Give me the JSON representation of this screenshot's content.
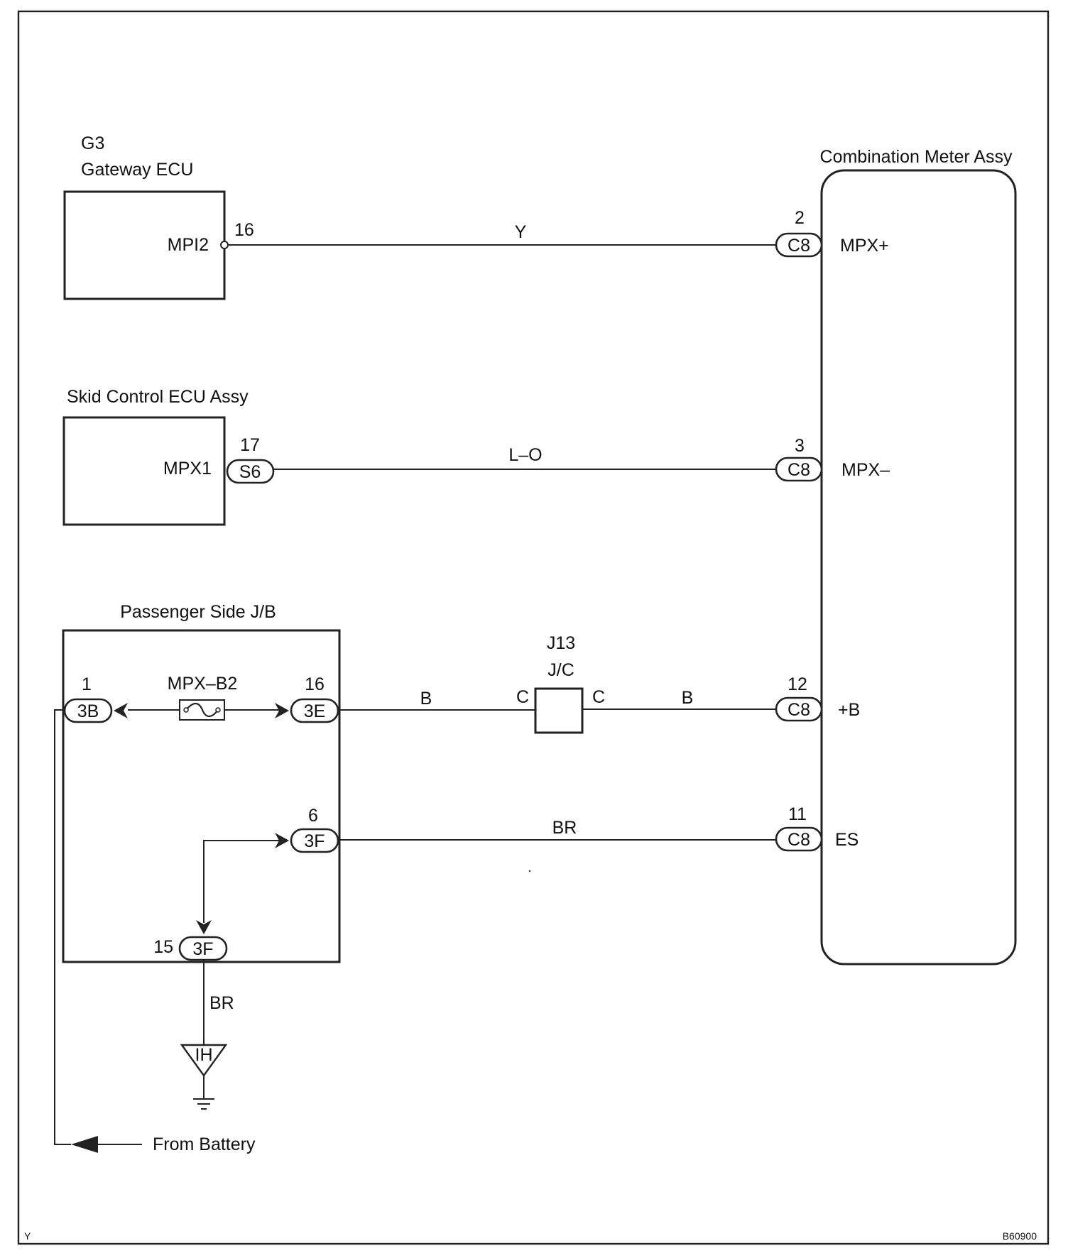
{
  "components": {
    "gateway_ecu": {
      "code": "G3",
      "name": "Gateway ECU",
      "terminal": "MPI2",
      "pin": "16"
    },
    "skid_ecu": {
      "name": "Skid Control ECU Assy",
      "terminal": "MPX1",
      "pin": "17",
      "connector": "S6"
    },
    "junction_block": {
      "name": "Passenger Side J/B",
      "fuse": "MPX–B2",
      "pins": [
        {
          "pin": "1",
          "connector": "3B"
        },
        {
          "pin": "16",
          "connector": "3E"
        },
        {
          "pin": "6",
          "connector": "3F"
        },
        {
          "pin": "15",
          "connector": "3F"
        }
      ]
    },
    "junction_connector": {
      "code": "J13",
      "name": "J/C",
      "left": "C",
      "right": "C"
    },
    "combination_meter": {
      "name": "Combination Meter Assy",
      "pins": [
        {
          "pin": "2",
          "connector": "C8",
          "terminal": "MPX+"
        },
        {
          "pin": "3",
          "connector": "C8",
          "terminal": "MPX–"
        },
        {
          "pin": "12",
          "connector": "C8",
          "terminal": "+B"
        },
        {
          "pin": "11",
          "connector": "C8",
          "terminal": "ES"
        }
      ]
    },
    "ground": {
      "code": "IH"
    }
  },
  "wires": {
    "mpx_plus": "Y",
    "mpx_minus": "L–O",
    "b_left": "B",
    "b_right": "B",
    "es": "BR",
    "ground": "BR"
  },
  "battery_label": "From Battery",
  "corner": {
    "left": "Y",
    "right": "B60900"
  }
}
